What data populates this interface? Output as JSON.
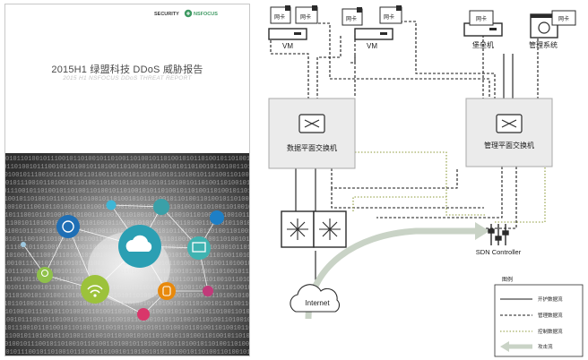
{
  "cover": {
    "logo_left": "SECURITY",
    "logo_right": "NSFOCUS",
    "title": "2015H1 绿盟科技 DDoS 威胁报告",
    "subtitle": "2015 H1 NSFOCUS DDoS THREAT REPORT",
    "binary_text": "0101101001011100101101001011010011010010110100101011010010110100110100101101001010110100101101001101001011010010"
  },
  "diagram": {
    "nic_label": "网卡",
    "vm_label": "VM",
    "bastion_label": "堡垒机",
    "mgmt_system_label": "管理系统",
    "data_switch_label": "数据平面交换机",
    "mgmt_switch_label": "管理平面交换机",
    "sdn_label": "SDN Controller",
    "internet_label": "Internet",
    "legend": {
      "title": "图例",
      "items": [
        {
          "label": "开护数据流",
          "style": "solid"
        },
        {
          "label": "管理数据流",
          "style": "dashed"
        },
        {
          "label": "控制数据流",
          "style": "dotted"
        },
        {
          "label": "攻击流",
          "style": "arrow"
        }
      ]
    },
    "colors": {
      "box_fill": "#ebebeb",
      "box_stroke": "#a8a8a8",
      "flow_dark": "#1a1a1a",
      "control_flow": "#8c9a3a",
      "attack_flow": "#c9d3c6",
      "accent": "#3f9a63"
    }
  }
}
